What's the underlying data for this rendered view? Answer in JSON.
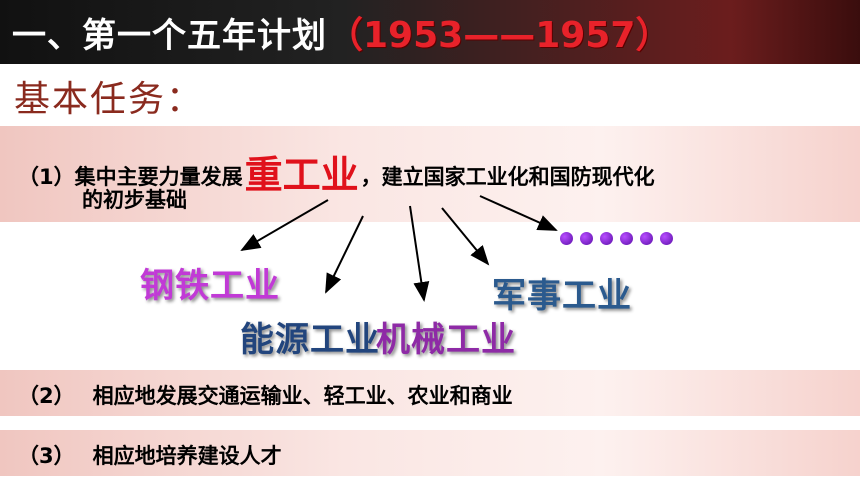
{
  "title": {
    "main": "一、第一个五年计划",
    "years": "（1953——1957）"
  },
  "section": {
    "heading": "基本任务："
  },
  "tasks": {
    "item1_prefix": "（1）集中主要力量发展",
    "item1_highlight": "重工业",
    "item1_suffix": "，建立国家工业化和国防现代化",
    "item1_line2": "的初步基础",
    "item2_num": "（2）",
    "item2_text": "相应地发展交通运输业、轻工业、农业和商业",
    "item3_num": "（3）",
    "item3_text": "相应地培养建设人才"
  },
  "industries": {
    "steel": "钢铁工业",
    "energy": "能源工业",
    "machinery": "机械工业",
    "military": "军事工业"
  },
  "colors": {
    "highlight": "#e0111b",
    "years": "#e8222a",
    "heading": "#8a2a1e"
  }
}
